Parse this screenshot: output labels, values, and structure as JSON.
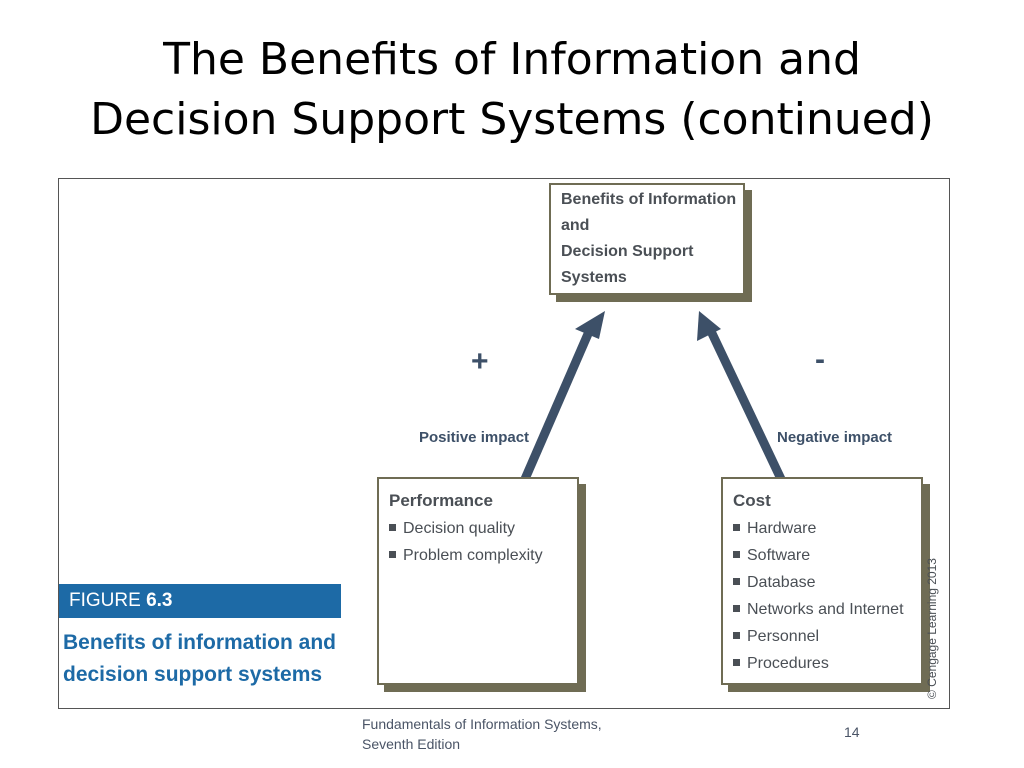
{
  "slide": {
    "title_line1": "The Benefits of Information and",
    "title_line2": "Decision Support Systems (continued)"
  },
  "diagram": {
    "top_box": {
      "line1": "Benefits of Information and",
      "line2": "Decision Support Systems"
    },
    "positive": {
      "sign": "+",
      "label": "Positive impact",
      "heading": "Performance",
      "items": [
        "Decision quality",
        "Problem complexity"
      ]
    },
    "negative": {
      "sign": "-",
      "label": "Negative impact",
      "heading": "Cost",
      "items": [
        "Hardware",
        "Software",
        "Database",
        "Networks and Internet",
        "Personnel",
        "Procedures"
      ]
    },
    "figure_number_prefix": "FIGURE ",
    "figure_number": "6.3",
    "figure_caption_line1": "Benefits of information and",
    "figure_caption_line2": "decision support systems",
    "copyright": "© Cengage Learning 2013",
    "colors": {
      "box_shadow": "#6f6c54",
      "arrow": "#3d5068",
      "figure_blue": "#1d6aa6"
    }
  },
  "footer": {
    "line1": "Fundamentals of Information Systems,",
    "line2": "Seventh Edition",
    "page_number": "14"
  }
}
